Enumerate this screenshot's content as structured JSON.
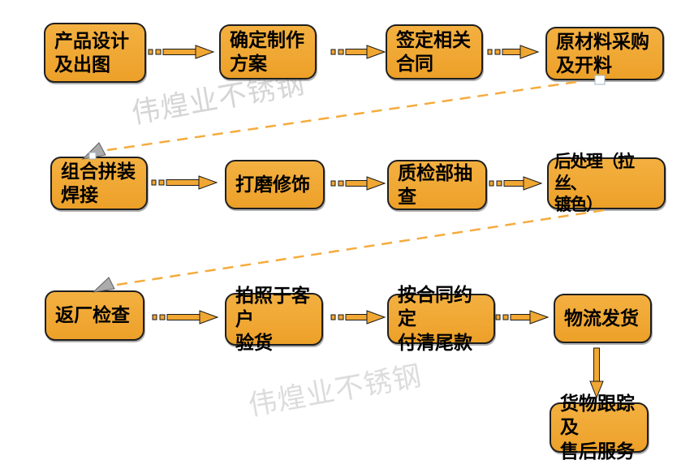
{
  "watermark": {
    "text": "伟煌业不锈钢"
  },
  "colors": {
    "node_fill": "#F0A733",
    "node_fill_light": "#F3B040",
    "node_border": "#1F1F1F",
    "dashed": "#F5AB3C",
    "triangle": "#ABABAB",
    "watermark": "#D5D5D5",
    "watermark_light": "#DCDCDC"
  },
  "nodes": {
    "design": "产品设计\n及出图",
    "plan": "确定制作\n方案",
    "contract": "签定相关\n合同",
    "material": "原材料采购\n及开料",
    "assembly": "组合拼装\n焊接",
    "polish": "打磨修饰",
    "inspection": "质检部抽查",
    "post_treatment": "后处理（拉丝、\n镀色）",
    "factory_check": "返厂检查",
    "photo": "拍照于客户\n验货",
    "payment": "按合同约定\n付清尾款",
    "shipping": "物流发货",
    "tracking": "货物跟踪及\n售后服务"
  }
}
